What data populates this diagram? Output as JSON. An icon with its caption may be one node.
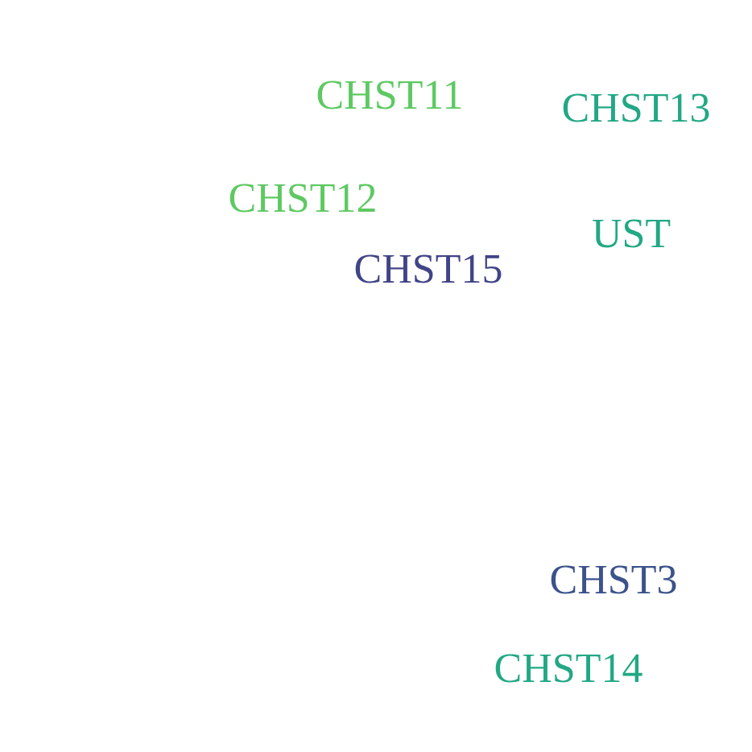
{
  "diagram": {
    "labels": [
      "CHST11",
      "CHST13",
      "CHST12",
      "UST",
      "CHST15",
      "CHST3",
      "CHST14"
    ]
  }
}
